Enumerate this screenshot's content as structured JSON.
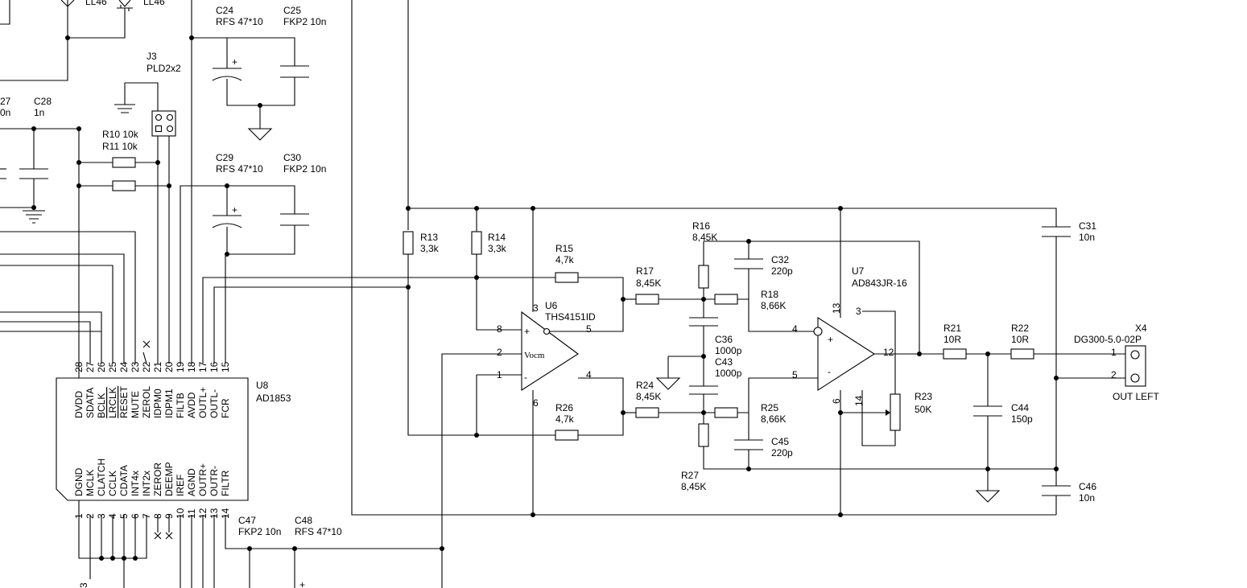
{
  "components": {
    "ll46a": "LL46",
    "ll46b": "LL46",
    "c24": {
      "ref": "C24",
      "val": "RFS 47*10"
    },
    "c25": {
      "ref": "C25",
      "val": "FKP2 10n"
    },
    "j3": {
      "ref": "J3",
      "val": "PLD2x2"
    },
    "c27": {
      "ref": "27",
      "val": "0n"
    },
    "c28": {
      "ref": "C28",
      "val": "1n"
    },
    "r10": "R10 10k",
    "r11": "R11 10k",
    "c29": {
      "ref": "C29",
      "val": "RFS 47*10"
    },
    "c30": {
      "ref": "C30",
      "val": "FKP2 10n"
    },
    "r13": {
      "ref": "R13",
      "val": "3,3k"
    },
    "r14": {
      "ref": "R14",
      "val": "3,3k"
    },
    "r15": {
      "ref": "R15",
      "val": "4,7k"
    },
    "r17": {
      "ref": "R17",
      "val": "8,45K"
    },
    "r16": {
      "ref": "R16",
      "val": "8,45K"
    },
    "c32": {
      "ref": "C32",
      "val": "220p"
    },
    "r18": {
      "ref": "R18",
      "val": "8,66K"
    },
    "u7": {
      "ref": "U7",
      "val": "AD843JR-16"
    },
    "u6": {
      "ref": "U6",
      "val": "THS4151ID"
    },
    "c36": {
      "ref": "C36",
      "val": "1000p"
    },
    "c43": {
      "ref": "C43",
      "val": "1000p"
    },
    "r24": {
      "ref": "R24",
      "val": "8,45K"
    },
    "r25": {
      "ref": "R25",
      "val": "8,66K"
    },
    "r26": {
      "ref": "R26",
      "val": "4,7k"
    },
    "c45": {
      "ref": "C45",
      "val": "220p"
    },
    "r27": {
      "ref": "R27",
      "val": "8,45K"
    },
    "r23": {
      "ref": "R23",
      "val": "50K"
    },
    "r21": {
      "ref": "R21",
      "val": "10R"
    },
    "r22": {
      "ref": "R22",
      "val": "10R"
    },
    "c44": {
      "ref": "C44",
      "val": "150p"
    },
    "c31": {
      "ref": "C31",
      "val": "10n"
    },
    "c46": {
      "ref": "C46",
      "val": "10n"
    },
    "x4": {
      "ref": "X4",
      "val": "DG300-5.0-02P",
      "label": "OUT LEFT"
    },
    "u8": {
      "ref": "U8",
      "val": "AD1853"
    },
    "c47": {
      "ref": "C47",
      "val": "FKP2 10n"
    },
    "c48": {
      "ref": "C48",
      "val": "RFS 47*10"
    }
  },
  "u8_pins_top": [
    {
      "num": "28",
      "name": "DVDD"
    },
    {
      "num": "27",
      "name": "SDATA"
    },
    {
      "num": "26",
      "name": "BCLK"
    },
    {
      "num": "25",
      "name": "LRCLK"
    },
    {
      "num": "24",
      "name": "RESET"
    },
    {
      "num": "23",
      "name": "MUTE"
    },
    {
      "num": "22",
      "name": "ZEROL"
    },
    {
      "num": "21",
      "name": "IDPM0"
    },
    {
      "num": "20",
      "name": "IDPM1"
    },
    {
      "num": "19",
      "name": "FILTB"
    },
    {
      "num": "18",
      "name": "AVDD"
    },
    {
      "num": "17",
      "name": "OUTL+"
    },
    {
      "num": "16",
      "name": "OUTL-"
    },
    {
      "num": "15",
      "name": "FCR"
    }
  ],
  "u8_pins_bottom": [
    {
      "num": "1",
      "name": "DGND"
    },
    {
      "num": "2",
      "name": "MCLK"
    },
    {
      "num": "3",
      "name": "CLATCH"
    },
    {
      "num": "4",
      "name": "CCLK"
    },
    {
      "num": "5",
      "name": "CDATA"
    },
    {
      "num": "6",
      "name": "INT4x"
    },
    {
      "num": "7",
      "name": "INT2x"
    },
    {
      "num": "8",
      "name": "ZEROR"
    },
    {
      "num": "9",
      "name": "DEEMP"
    },
    {
      "num": "10",
      "name": "IREF"
    },
    {
      "num": "11",
      "name": "AGND"
    },
    {
      "num": "12",
      "name": "OUTR+"
    },
    {
      "num": "13",
      "name": "OUTR-"
    },
    {
      "num": "14",
      "name": "FILTR"
    }
  ],
  "pin_labels": {
    "u6_p3": "3",
    "u6_p8": "8",
    "u6_p5": "5",
    "u6_p2": "2",
    "u6_p1": "1",
    "u6_p4": "4",
    "u6_p6": "6",
    "u6_vocm": "Vocm",
    "u7_p13": "13",
    "u7_p3": "3",
    "u7_p4": "4",
    "u7_p12": "12",
    "u7_p5": "5",
    "u7_p6": "6",
    "u7_p14": "14",
    "x4_p1": "1",
    "x4_p2": "2",
    "plus": "+",
    "minus": "-",
    "cut_3": "3"
  }
}
